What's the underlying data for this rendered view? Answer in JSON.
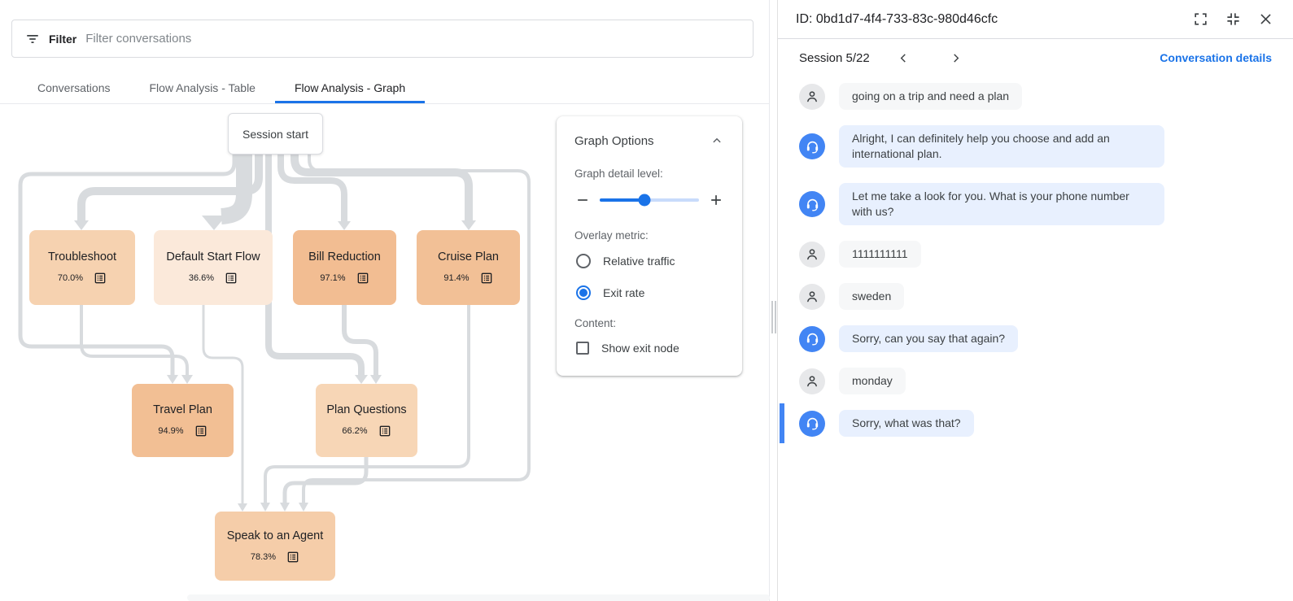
{
  "left_panel": {
    "filter": {
      "label": "Filter",
      "placeholder": "Filter conversations"
    },
    "tabs": [
      {
        "id": "conversations",
        "label": "Conversations",
        "active": false
      },
      {
        "id": "flow-analysis-table",
        "label": "Flow Analysis - Table",
        "active": false
      },
      {
        "id": "flow-analysis-graph",
        "label": "Flow Analysis - Graph",
        "active": true
      }
    ],
    "graph": {
      "nodes": [
        {
          "id": "session-start",
          "label": "Session start",
          "type": "start"
        },
        {
          "id": "troubleshoot",
          "label": "Troubleshoot",
          "exit_rate": "70.0%",
          "color": "#f6d2b0"
        },
        {
          "id": "default-start-flow",
          "label": "Default Start Flow",
          "exit_rate": "36.6%",
          "color": "#fbe9da"
        },
        {
          "id": "bill-reduction",
          "label": "Bill Reduction",
          "exit_rate": "97.1%",
          "color": "#f2bd92"
        },
        {
          "id": "cruise-plan",
          "label": "Cruise Plan",
          "exit_rate": "91.4%",
          "color": "#f2c096"
        },
        {
          "id": "travel-plan",
          "label": "Travel Plan",
          "exit_rate": "94.9%",
          "color": "#f2bf94"
        },
        {
          "id": "plan-questions",
          "label": "Plan Questions",
          "exit_rate": "66.2%",
          "color": "#f7d6b6"
        },
        {
          "id": "speak-to-an-agent",
          "label": "Speak to an Agent",
          "exit_rate": "78.3%",
          "color": "#f5cda9"
        }
      ]
    },
    "graph_options": {
      "title": "Graph Options",
      "detail_label": "Graph detail level:",
      "slider": {
        "value_pct": 45
      },
      "overlay_label": "Overlay metric:",
      "radios": [
        {
          "label": "Relative traffic",
          "selected": false
        },
        {
          "label": "Exit rate",
          "selected": true
        }
      ],
      "content_label": "Content:",
      "checkbox": {
        "label": "Show exit node",
        "checked": false
      }
    }
  },
  "right_panel": {
    "header": {
      "id_text": "ID: 0bd1d7-4f4-733-83c-980d46cfc"
    },
    "session": {
      "label": "Session 5/22",
      "details_link": "Conversation details"
    },
    "messages": [
      {
        "sender": "user",
        "text": "going on a trip and need a plan"
      },
      {
        "sender": "agent",
        "text": "Alright, I can definitely help you choose and add an international plan."
      },
      {
        "sender": "agent",
        "text": "Let me take a look for you. What is your phone number with us?"
      },
      {
        "sender": "user",
        "text": "1111111111"
      },
      {
        "sender": "user",
        "text": "sweden"
      },
      {
        "sender": "agent",
        "text": "Sorry, can you say that again?"
      },
      {
        "sender": "user",
        "text": "monday"
      },
      {
        "sender": "agent",
        "text": "Sorry, what was that?",
        "highlighted": true
      }
    ]
  },
  "icons": {
    "filter-icon": "funnel-lines",
    "list-alt-icon": "boxed-list",
    "minus-icon": "minus",
    "plus-icon": "plus",
    "chevron-up-icon": "chevron-up",
    "chevron-left-icon": "chevron-left",
    "chevron-right-icon": "chevron-right",
    "fullscreen-icon": "expand-corners",
    "exit-fullscreen-icon": "collapse-corners",
    "close-icon": "x",
    "user-avatar-icon": "person-outline",
    "agent-avatar-icon": "headset-mic"
  },
  "colors": {
    "accent": "#1a73e8",
    "agent_avatar": "#4285f4",
    "agent_bubble": "#e8f0fe",
    "user_bubble": "#f6f7f8",
    "edge_gray": "#d8dbde",
    "slider_track": "#c8dbfb",
    "selected_message_bar": "#4285f4"
  }
}
